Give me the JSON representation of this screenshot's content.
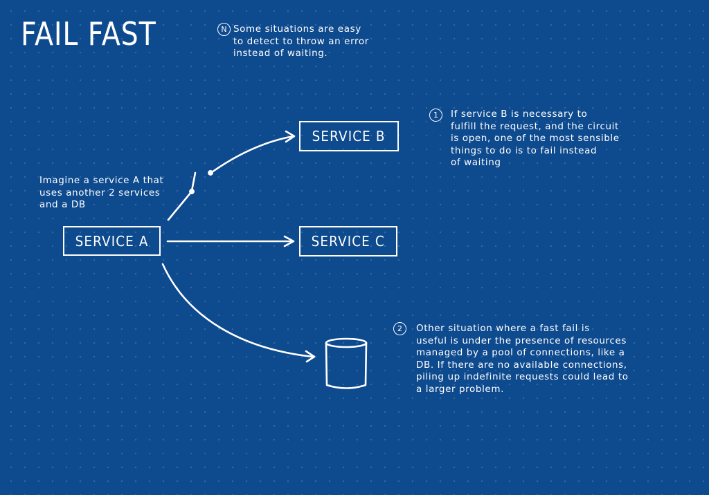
{
  "title": "FAIL FAST",
  "notes": {
    "n": {
      "badge": "N",
      "text": "Some situations are easy\nto detect to throw an error\ninstead of waiting."
    },
    "one": {
      "badge": "1",
      "text": "If service B is necessary to\nfulfill the request, and the circuit\nis open, one of the most sensible\nthings to do is to fail instead\nof waiting"
    },
    "two": {
      "badge": "2",
      "text": "Other situation where a fast fail is\nuseful is under the presence of resources\nmanaged by a pool of connections, like a\nDB. If there are no available connections,\npiling up indefinite requests could lead to\na larger problem."
    },
    "imagine": {
      "text": "Imagine a service A that\nuses another 2 services\nand a DB"
    }
  },
  "services": {
    "a": "SERVICE A",
    "b": "SERVICE B",
    "c": "SERVICE C"
  },
  "colors": {
    "background": "#0e4a8e",
    "ink": "#ffffff"
  }
}
